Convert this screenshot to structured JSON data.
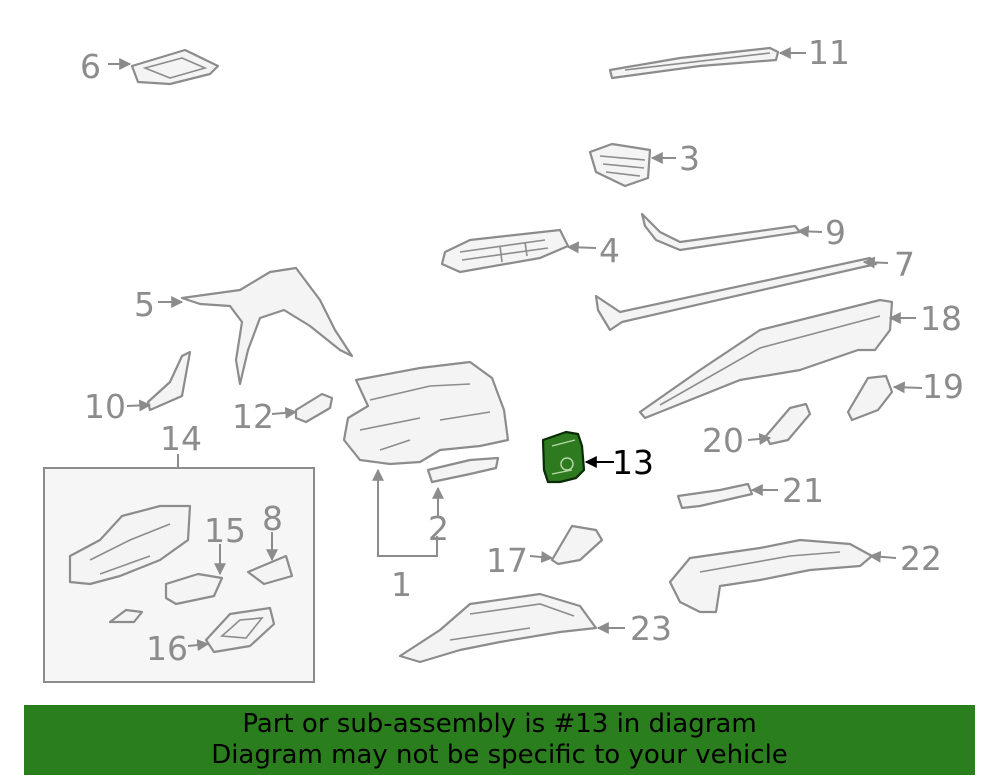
{
  "callouts": {
    "c1": "1",
    "c2": "2",
    "c3": "3",
    "c4": "4",
    "c5": "5",
    "c6": "6",
    "c7": "7",
    "c8": "8",
    "c9": "9",
    "c10": "10",
    "c11": "11",
    "c12": "12",
    "c13": "13",
    "c14": "14",
    "c15": "15",
    "c16": "16",
    "c17": "17",
    "c18": "18",
    "c19": "19",
    "c20": "20",
    "c21": "21",
    "c22": "22",
    "c23": "23"
  },
  "highlighted_part": "13",
  "colors": {
    "highlight": "#2e7a1e",
    "banner": "#2a7e1d",
    "linework": "#8c8c8c"
  },
  "banner": {
    "line1": "Part or sub-assembly is #13 in diagram",
    "line2": "Diagram may not be specific to your vehicle"
  }
}
